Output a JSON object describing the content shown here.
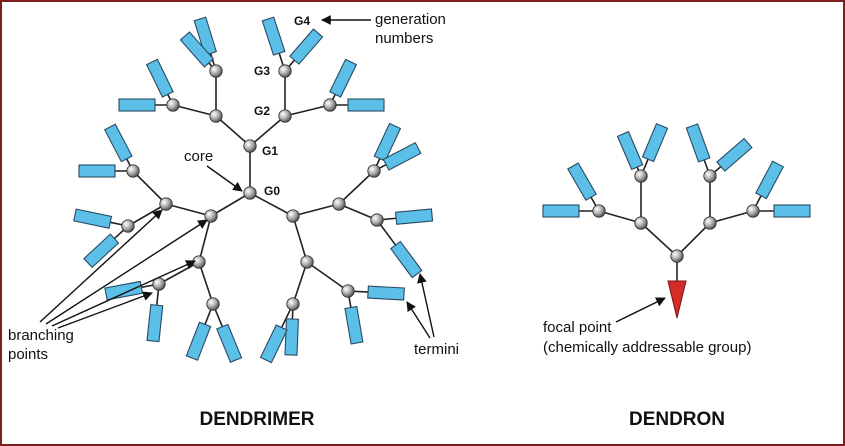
{
  "colors": {
    "frame": "#7a1e1e",
    "terminus": "#5bbfe8",
    "focal_point": "#d62b2b",
    "line": "#222222"
  },
  "dendrimer": {
    "title": "DENDRIMER",
    "core_label": "core",
    "generation_label_line1": "generation",
    "generation_label_line2": "numbers",
    "generations": [
      "G0",
      "G1",
      "G2",
      "G3",
      "G4"
    ],
    "branching_label_line1": "branching",
    "branching_label_line2": "points",
    "termini_label": "termini"
  },
  "dendron": {
    "title": "DENDRON",
    "focal_label_line1": "focal point",
    "focal_label_line2": "(chemically addressable group)"
  }
}
